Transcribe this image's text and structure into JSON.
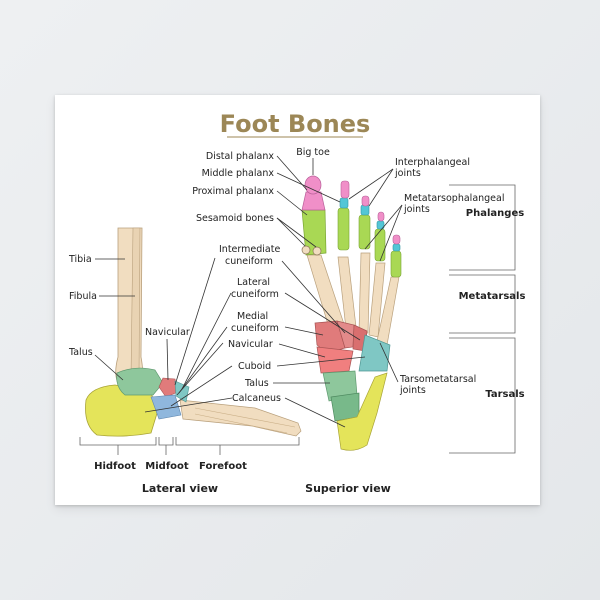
{
  "title": "Foot Bones",
  "labels": {
    "big_toe": "Big toe",
    "distal_phalanx": "Distal phalanx",
    "middle_phalanx": "Middle phalanx",
    "proximal_phalanx": "Proximal phalanx",
    "sesamoid_bones": "Sesamoid bones",
    "interphalangeal_1": "Interphalangeal",
    "interphalangeal_2": "joints",
    "metatarsophalangeal_1": "Metatarsophalangeal",
    "metatarsophalangeal_2": "joints",
    "intermediate_cuneiform_1": "Intermediate",
    "intermediate_cuneiform_2": "cuneiform",
    "lateral_cuneiform_1": "Lateral",
    "lateral_cuneiform_2": "cuneiform",
    "medial_cuneiform_1": "Medial",
    "medial_cuneiform_2": "cuneiform",
    "navicular_sup": "Navicular",
    "cuboid": "Cuboid",
    "talus_sup": "Talus",
    "calcaneus": "Calcaneus",
    "tarsometatarsal_1": "Tarsometatarsal",
    "tarsometatarsal_2": "joints",
    "tibia": "Tibia",
    "fibula": "Fibula",
    "talus_lat": "Talus",
    "navicular_lat": "Navicular"
  },
  "groups": {
    "phalanges": "Phalanges",
    "metatarsals": "Metatarsals",
    "tarsals": "Tarsals",
    "hidfoot": "Hidfoot",
    "midfoot": "Midfoot",
    "forefoot": "Forefoot"
  },
  "views": {
    "lateral": "Lateral view",
    "superior": "Superior view"
  },
  "colors": {
    "title": "#9c8756",
    "bone": "#f1ddc0",
    "phalanx_pink": "#f08fc8",
    "phalanx_green": "#a9d854",
    "joint_cyan": "#53c6d6",
    "cuneiform_red": "#e07b7b",
    "navicular_teal": "#7fc7c4",
    "cuboid_blue": "#8fb7dd",
    "talus_green": "#8ec79c",
    "calcaneus_yellow": "#e4e45a"
  }
}
